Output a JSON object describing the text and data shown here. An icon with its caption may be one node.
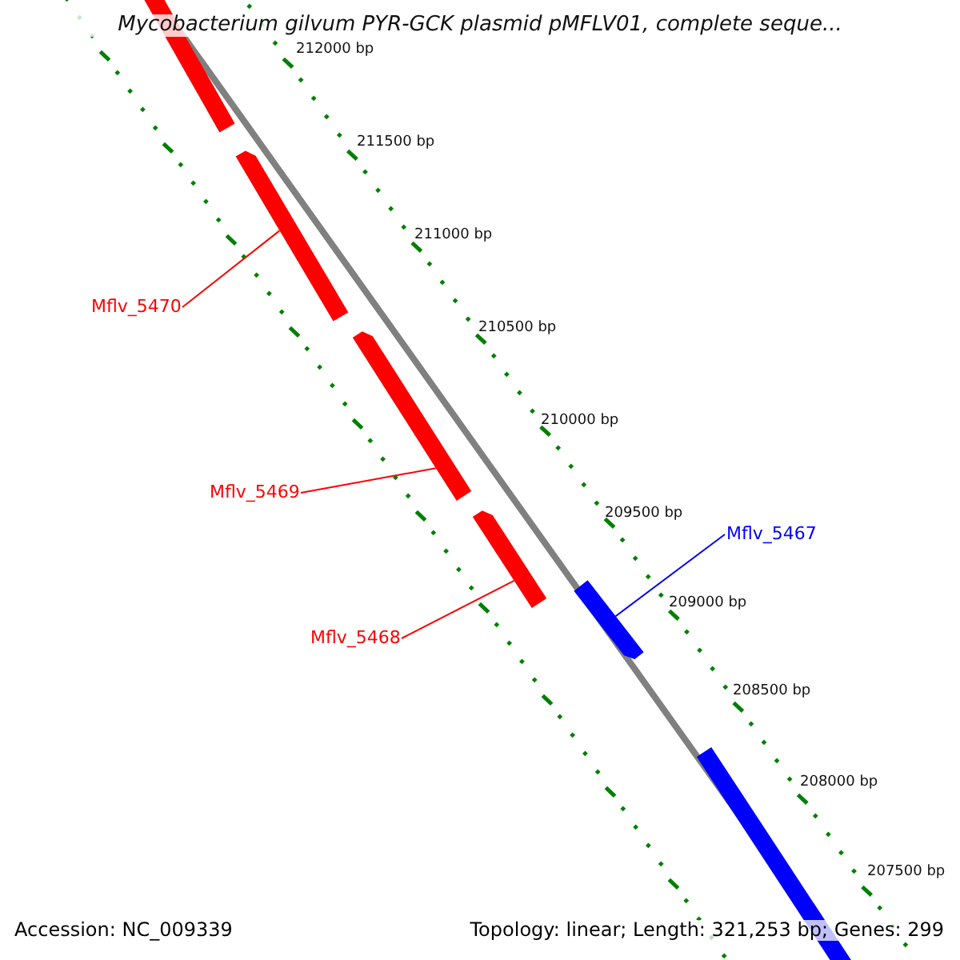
{
  "diagram": {
    "title": "Mycobacterium gilvum PYR-GCK plasmid pMFLV01, complete seque...",
    "nodes": [
      {
        "text": [],
        "shape": "bar"
      },
      {
        "text": [],
        "shape": "bar"
      },
      {
        "text": [
          "Mflv_5470"
        ]
      },
      {
        "text": [],
        "shape": "bar"
      },
      {
        "text": [
          "Mflv_5469"
        ]
      },
      {
        "text": [
          "Mflv_5467"
        ]
      },
      {
        "text": [],
        "shape": "bar"
      },
      {
        "text": [],
        "shape": "bar"
      },
      {
        "text": [
          "Mflv_5468"
        ]
      },
      {
        "text": [],
        "shape": "bar"
      }
    ],
    "edges": [
      {
        "from": 2,
        "to": 1,
        "arrow": "none"
      },
      {
        "from": 4,
        "to": 3,
        "arrow": "none"
      },
      {
        "from": 5,
        "to": 7,
        "arrow": "none",
        "color": "#0000ff"
      },
      {
        "from": 8,
        "to": 6,
        "arrow": "none"
      }
    ],
    "labels": [
      "212000 bp",
      "211500 bp",
      "211000 bp",
      "210500 bp",
      "210000 bp",
      "209500 bp",
      "209000 bp",
      "208500 bp",
      "208000 bp",
      "207500 bp",
      "Accession: NC_009339",
      "Topology: linear; Length: 321,253 bp; Genes: 299"
    ]
  }
}
